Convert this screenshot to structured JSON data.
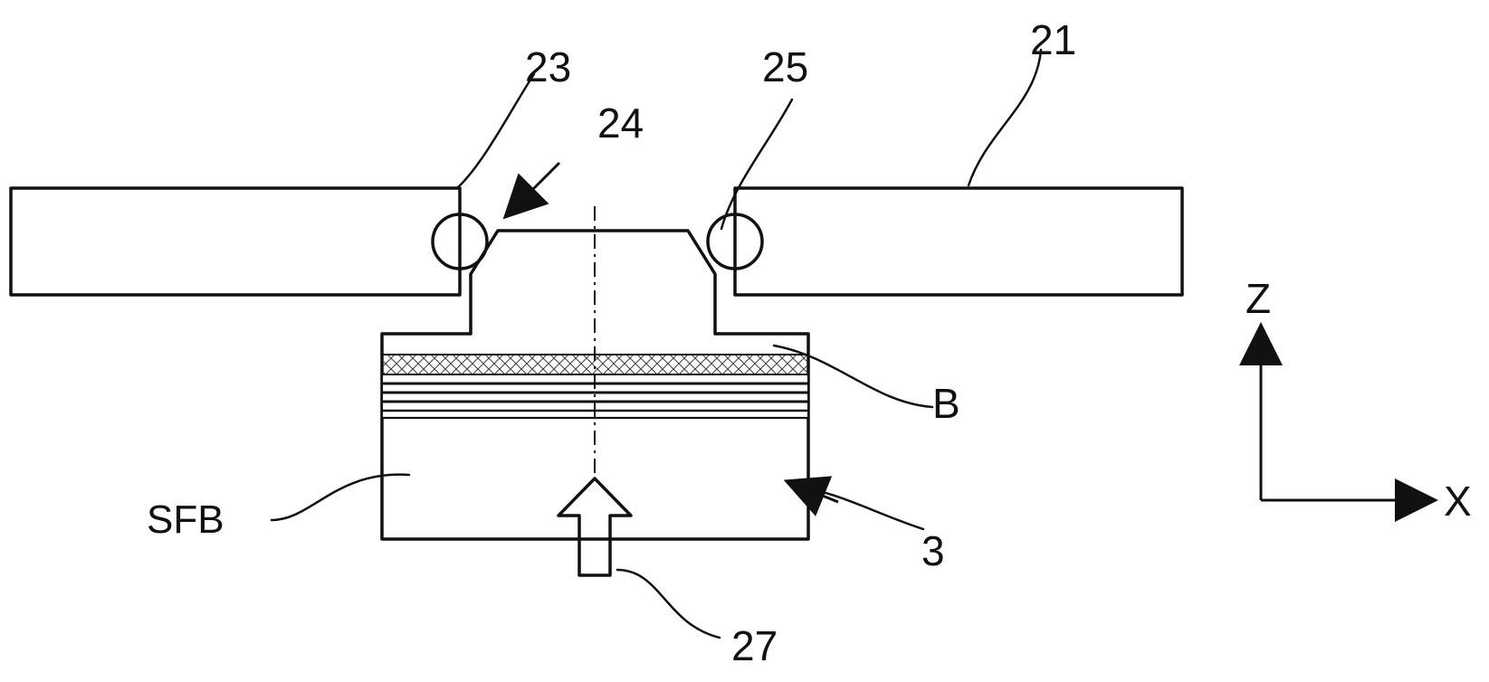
{
  "figure": {
    "labels": {
      "plate": "21",
      "left_seal": "23",
      "arrow_24": "24",
      "right_seal": "25",
      "layer_b": "B",
      "sfb": "SFB",
      "body_3": "3",
      "arrow_27": "27",
      "axis_z": "Z",
      "axis_x": "X"
    }
  }
}
